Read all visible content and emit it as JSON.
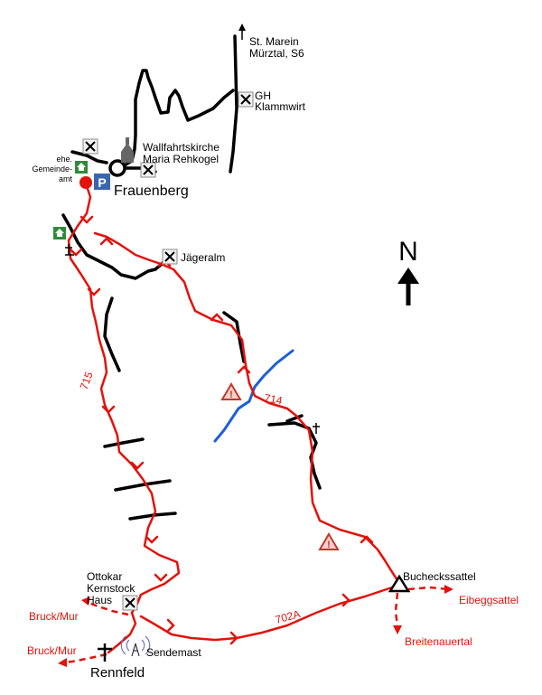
{
  "colors": {
    "route": "#e3120b",
    "road": "#000000",
    "stream": "#1e5fd6",
    "warning": "#c0392b",
    "parking": "#3a66b0",
    "municipal": "#2e8b3a"
  },
  "places": {
    "st_marein": [
      "St. Marein",
      "Mürztal, S6"
    ],
    "gh_klammwirt": [
      "GH",
      "Klammwirt"
    ],
    "wallfahrtskirche": [
      "Wallfahrtskirche",
      "Maria Rehkogel"
    ],
    "ehe_gemeindeamt": [
      "ehe.",
      "Gemeinde-",
      "amt"
    ],
    "frauenberg": "Frauenberg",
    "jaegeralm": "Jägeralm",
    "ottokar": [
      "Ottokar",
      "Kernstock",
      "Haus"
    ],
    "sendemast": "Sendemast",
    "rennfeld": "Rennfeld",
    "bucheckssattel": "Bucheckssattel"
  },
  "destinations": {
    "bruck_mur_1": "Bruck/Mur",
    "bruck_mur_2": "Bruck/Mur",
    "eibeggsattel": "Eibeggsattel",
    "breitenauertal": "Breitenauertal"
  },
  "trails": {
    "t715": "715",
    "t714": "714",
    "t702a": "702A"
  },
  "compass": {
    "label": "N"
  },
  "icons": {
    "restaurant": "crossed-cutlery-icon",
    "church": "church-icon",
    "parking": "parking-icon",
    "municipal": "municipal-office-icon",
    "warning": "warning-triangle-icon",
    "cross": "wayside-cross-icon",
    "summit": "saddle-triangle-icon",
    "antenna": "transmitter-icon"
  }
}
